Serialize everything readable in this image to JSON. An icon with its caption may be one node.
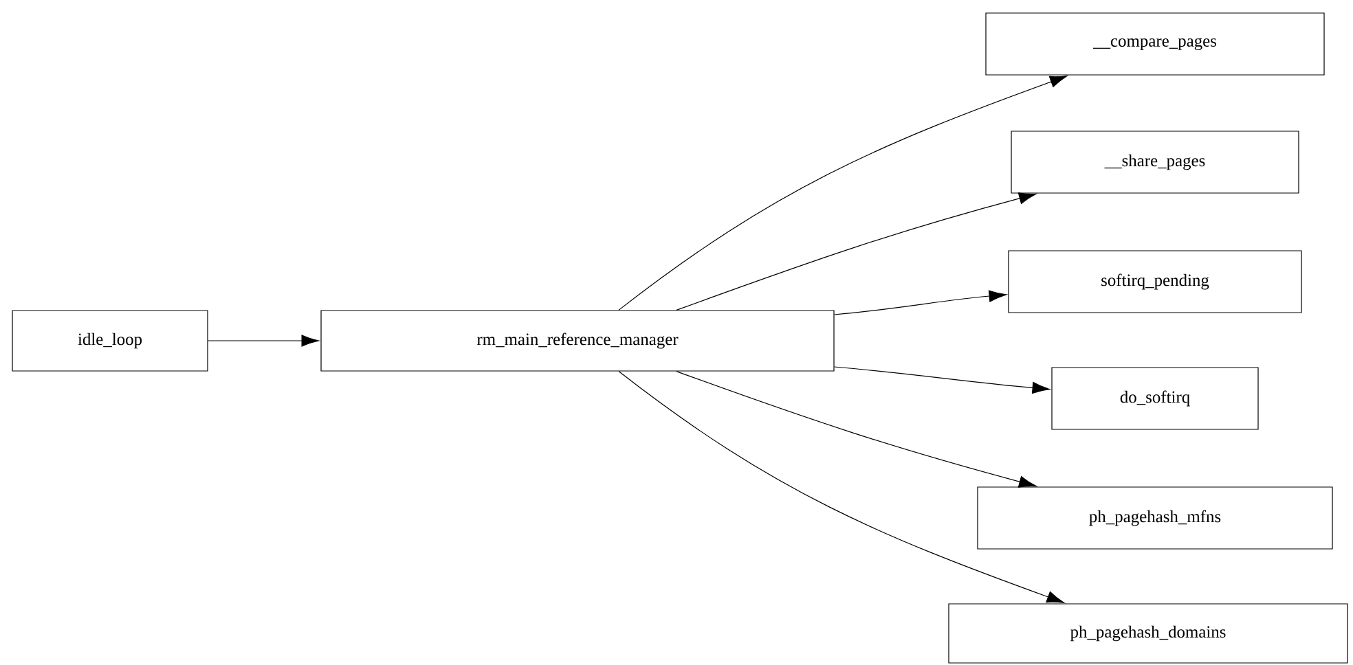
{
  "diagram": {
    "nodes": [
      {
        "text": [
          "idle_loop"
        ]
      },
      {
        "text": [
          "rm_main_reference_manager"
        ]
      },
      {
        "text": [
          "__compare_pages"
        ]
      },
      {
        "text": [
          "__share_pages"
        ]
      },
      {
        "text": [
          "softirq_pending"
        ]
      },
      {
        "text": [
          "do_softirq"
        ]
      },
      {
        "text": [
          "ph_pagehash_mfns"
        ]
      },
      {
        "text": [
          "ph_pagehash_domains"
        ]
      }
    ],
    "edges": [
      {
        "from": 0,
        "to": 1,
        "arrow": "to"
      },
      {
        "from": 1,
        "to": 2,
        "arrow": "to"
      },
      {
        "from": 1,
        "to": 3,
        "arrow": "to"
      },
      {
        "from": 1,
        "to": 4,
        "arrow": "to"
      },
      {
        "from": 1,
        "to": 5,
        "arrow": "to"
      },
      {
        "from": 1,
        "to": 6,
        "arrow": "to"
      },
      {
        "from": 1,
        "to": 7,
        "arrow": "to"
      }
    ]
  }
}
